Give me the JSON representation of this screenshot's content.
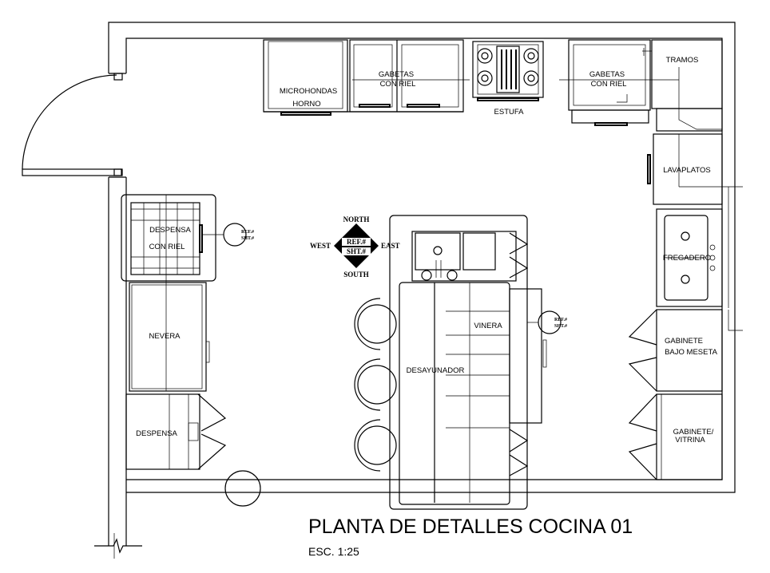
{
  "title": "PLANTA DE DETALLES COCINA 01",
  "scale": "ESC. 1:25",
  "labels": {
    "microondas": "MICROHONDAS",
    "horno": "HORNO",
    "gabetas_1_a": "GABETAS",
    "gabetas_1_b": "CON RIEL",
    "estufa": "ESTUFA",
    "gabetas_2_a": "GABETAS",
    "gabetas_2_b": "CON RIEL",
    "tramos": "TRAMOS",
    "lavaplatos": "LAVAPLATOS",
    "fregadero": "FREGADERO",
    "gabinete_a": "GABINETE",
    "gabinete_b": "BAJO MESETA",
    "vitrina_a": "GABINETE/",
    "vitrina_b": "VITRINA",
    "despensa_riel_a": "DESPENSA",
    "despensa_riel_b": "CON RIEL",
    "nevera": "NEVERA",
    "despensa": "DESPENSA",
    "vinera": "VINERA",
    "desayunador": "DESAYUNADOR"
  },
  "compass": {
    "north": "NORTH",
    "south": "SOUTH",
    "east": "EAST",
    "west": "WEST",
    "ref": "REF.#",
    "sht": "SHT.#"
  },
  "markers": {
    "ref": "REF.#",
    "sht": "SHT.#"
  }
}
